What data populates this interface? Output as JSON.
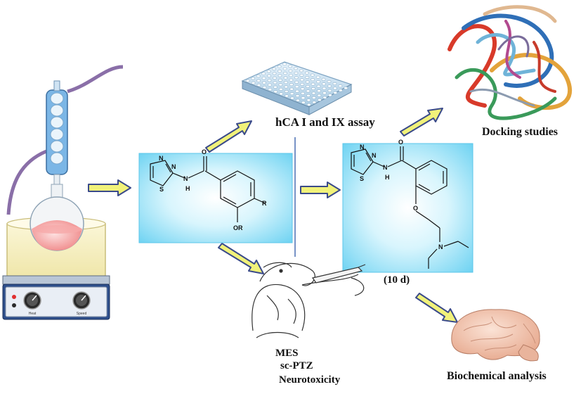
{
  "labels": {
    "assay": "hCA  I and IX assay",
    "docking": "Docking studies",
    "compound": "(10 d)",
    "tests": [
      "MES",
      "sc-PTZ",
      "Neurotoxicity"
    ],
    "biochem": "Biochemical analysis"
  },
  "hotplate": {
    "heat_label": "Heat",
    "speed_label": "Speed"
  },
  "scaffold_atoms": {
    "n1": "N",
    "n2": "N",
    "s": "S",
    "nh_n": "N",
    "nh_h": "H",
    "o": "O",
    "r": "R",
    "or": "OR"
  },
  "product_atoms": {
    "n1": "N",
    "n2": "N",
    "s": "S",
    "nh_n": "N",
    "nh_h": "H",
    "o": "O",
    "o2": "O",
    "n3": "N"
  },
  "colors": {
    "box_fill": "#9fe3f7",
    "arrow_fill": "#f1f27a",
    "arrow_stroke": "#3a4a8a",
    "divider": "#4a6fb3"
  }
}
